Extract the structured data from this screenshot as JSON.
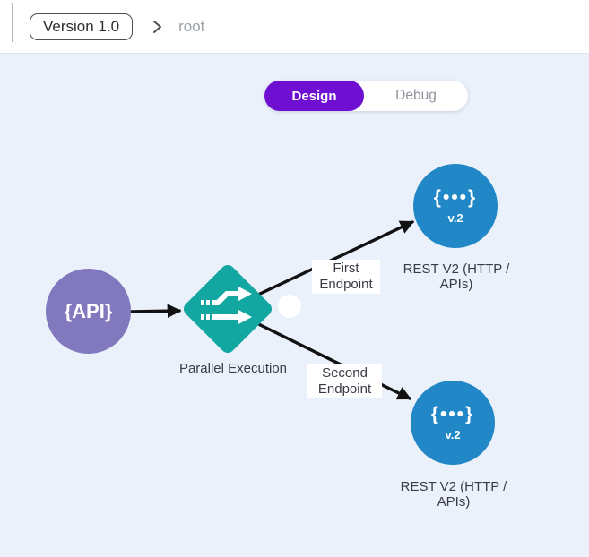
{
  "header": {
    "version_button": "Version 1.0",
    "breadcrumb_root": "root"
  },
  "mode_toggle": {
    "design": "Design",
    "debug": "Debug",
    "active": "Design"
  },
  "canvas": {
    "api_node": {
      "label": "{API}"
    },
    "parallel_node": {
      "label": "Parallel Execution"
    },
    "edges": {
      "first": {
        "line1": "First",
        "line2": "Endpoint"
      },
      "second": {
        "line1": "Second",
        "line2": "Endpoint"
      }
    },
    "rest_top": {
      "icon_text": "{•••}",
      "version_badge": "v.2",
      "label_line1": "REST V2 (HTTP /",
      "label_line2": "APIs)"
    },
    "rest_bottom": {
      "icon_text": "{•••}",
      "version_badge": "v.2",
      "label_line1": "REST V2 (HTTP /",
      "label_line2": "APIs)"
    }
  },
  "icons": {
    "breadcrumb_chevron": "chevron-right",
    "parallel_node_icon": "parallel-arrows"
  },
  "colors": {
    "canvas_bg": "#eaf1fb",
    "design_active_bg": "#6e0fd2",
    "api_node_bg": "#8278be",
    "parallel_node_bg": "#12a7a0",
    "rest_node_bg": "#2187c6",
    "edge_color": "#111111"
  }
}
